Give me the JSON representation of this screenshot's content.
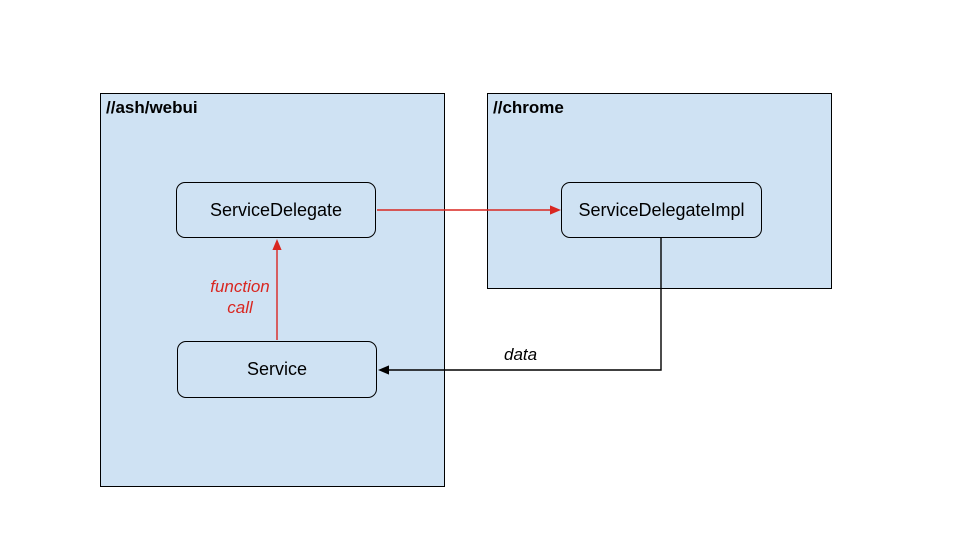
{
  "diagram": {
    "containers": [
      {
        "id": "ash-webui",
        "label": "//ash/webui"
      },
      {
        "id": "chrome",
        "label": "//chrome"
      }
    ],
    "nodes": [
      {
        "id": "service-delegate",
        "label": "ServiceDelegate",
        "container": "//ash/webui"
      },
      {
        "id": "service-delegate-impl",
        "label": "ServiceDelegateImpl",
        "container": "//chrome"
      },
      {
        "id": "service",
        "label": "Service",
        "container": "//ash/webui"
      }
    ],
    "edges": [
      {
        "from": "ServiceDelegate",
        "to": "ServiceDelegateImpl",
        "style": "red-solid-arrow",
        "label": ""
      },
      {
        "from": "Service",
        "to": "ServiceDelegate",
        "style": "red-solid-arrow",
        "label": "function call"
      },
      {
        "from": "ServiceDelegateImpl",
        "to": "Service",
        "style": "black-solid-arrow",
        "label": "data"
      }
    ],
    "colors": {
      "background": "#ffffff",
      "container_fill": "#cfe2f3",
      "node_fill": "#cfe2f3",
      "border": "#000000",
      "red_arrow": "#d92721",
      "black_arrow": "#000000"
    }
  }
}
